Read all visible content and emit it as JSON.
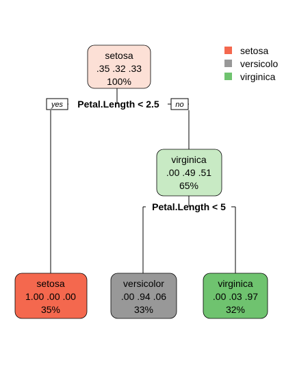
{
  "legend": [
    {
      "label": "setosa",
      "color": "#F4684E"
    },
    {
      "label": "versicolo",
      "color": "#989898"
    },
    {
      "label": "virginica",
      "color": "#6FC36F"
    }
  ],
  "nodes": [
    {
      "id": "root",
      "label": "setosa",
      "probs": ".35  .32  .33",
      "pct": "100%",
      "fill": "#FCE0D6"
    },
    {
      "id": "node2",
      "label": "virginica",
      "probs": ".00  .49  .51",
      "pct": "65%",
      "fill": "#C8EAC4"
    },
    {
      "id": "leaf-setosa",
      "label": "setosa",
      "probs": "1.00  .00  .00",
      "pct": "35%",
      "fill": "#F4684E"
    },
    {
      "id": "leaf-versicolor",
      "label": "versicolor",
      "probs": ".00  .94  .06",
      "pct": "33%",
      "fill": "#989898"
    },
    {
      "id": "leaf-virginica",
      "label": "virginica",
      "probs": ".00  .03  .97",
      "pct": "32%",
      "fill": "#6FC36F"
    }
  ],
  "splits": {
    "root": "Petal.Length < 2.5",
    "node2": "Petal.Length < 5"
  },
  "tags": {
    "yes": "yes",
    "no": "no"
  }
}
